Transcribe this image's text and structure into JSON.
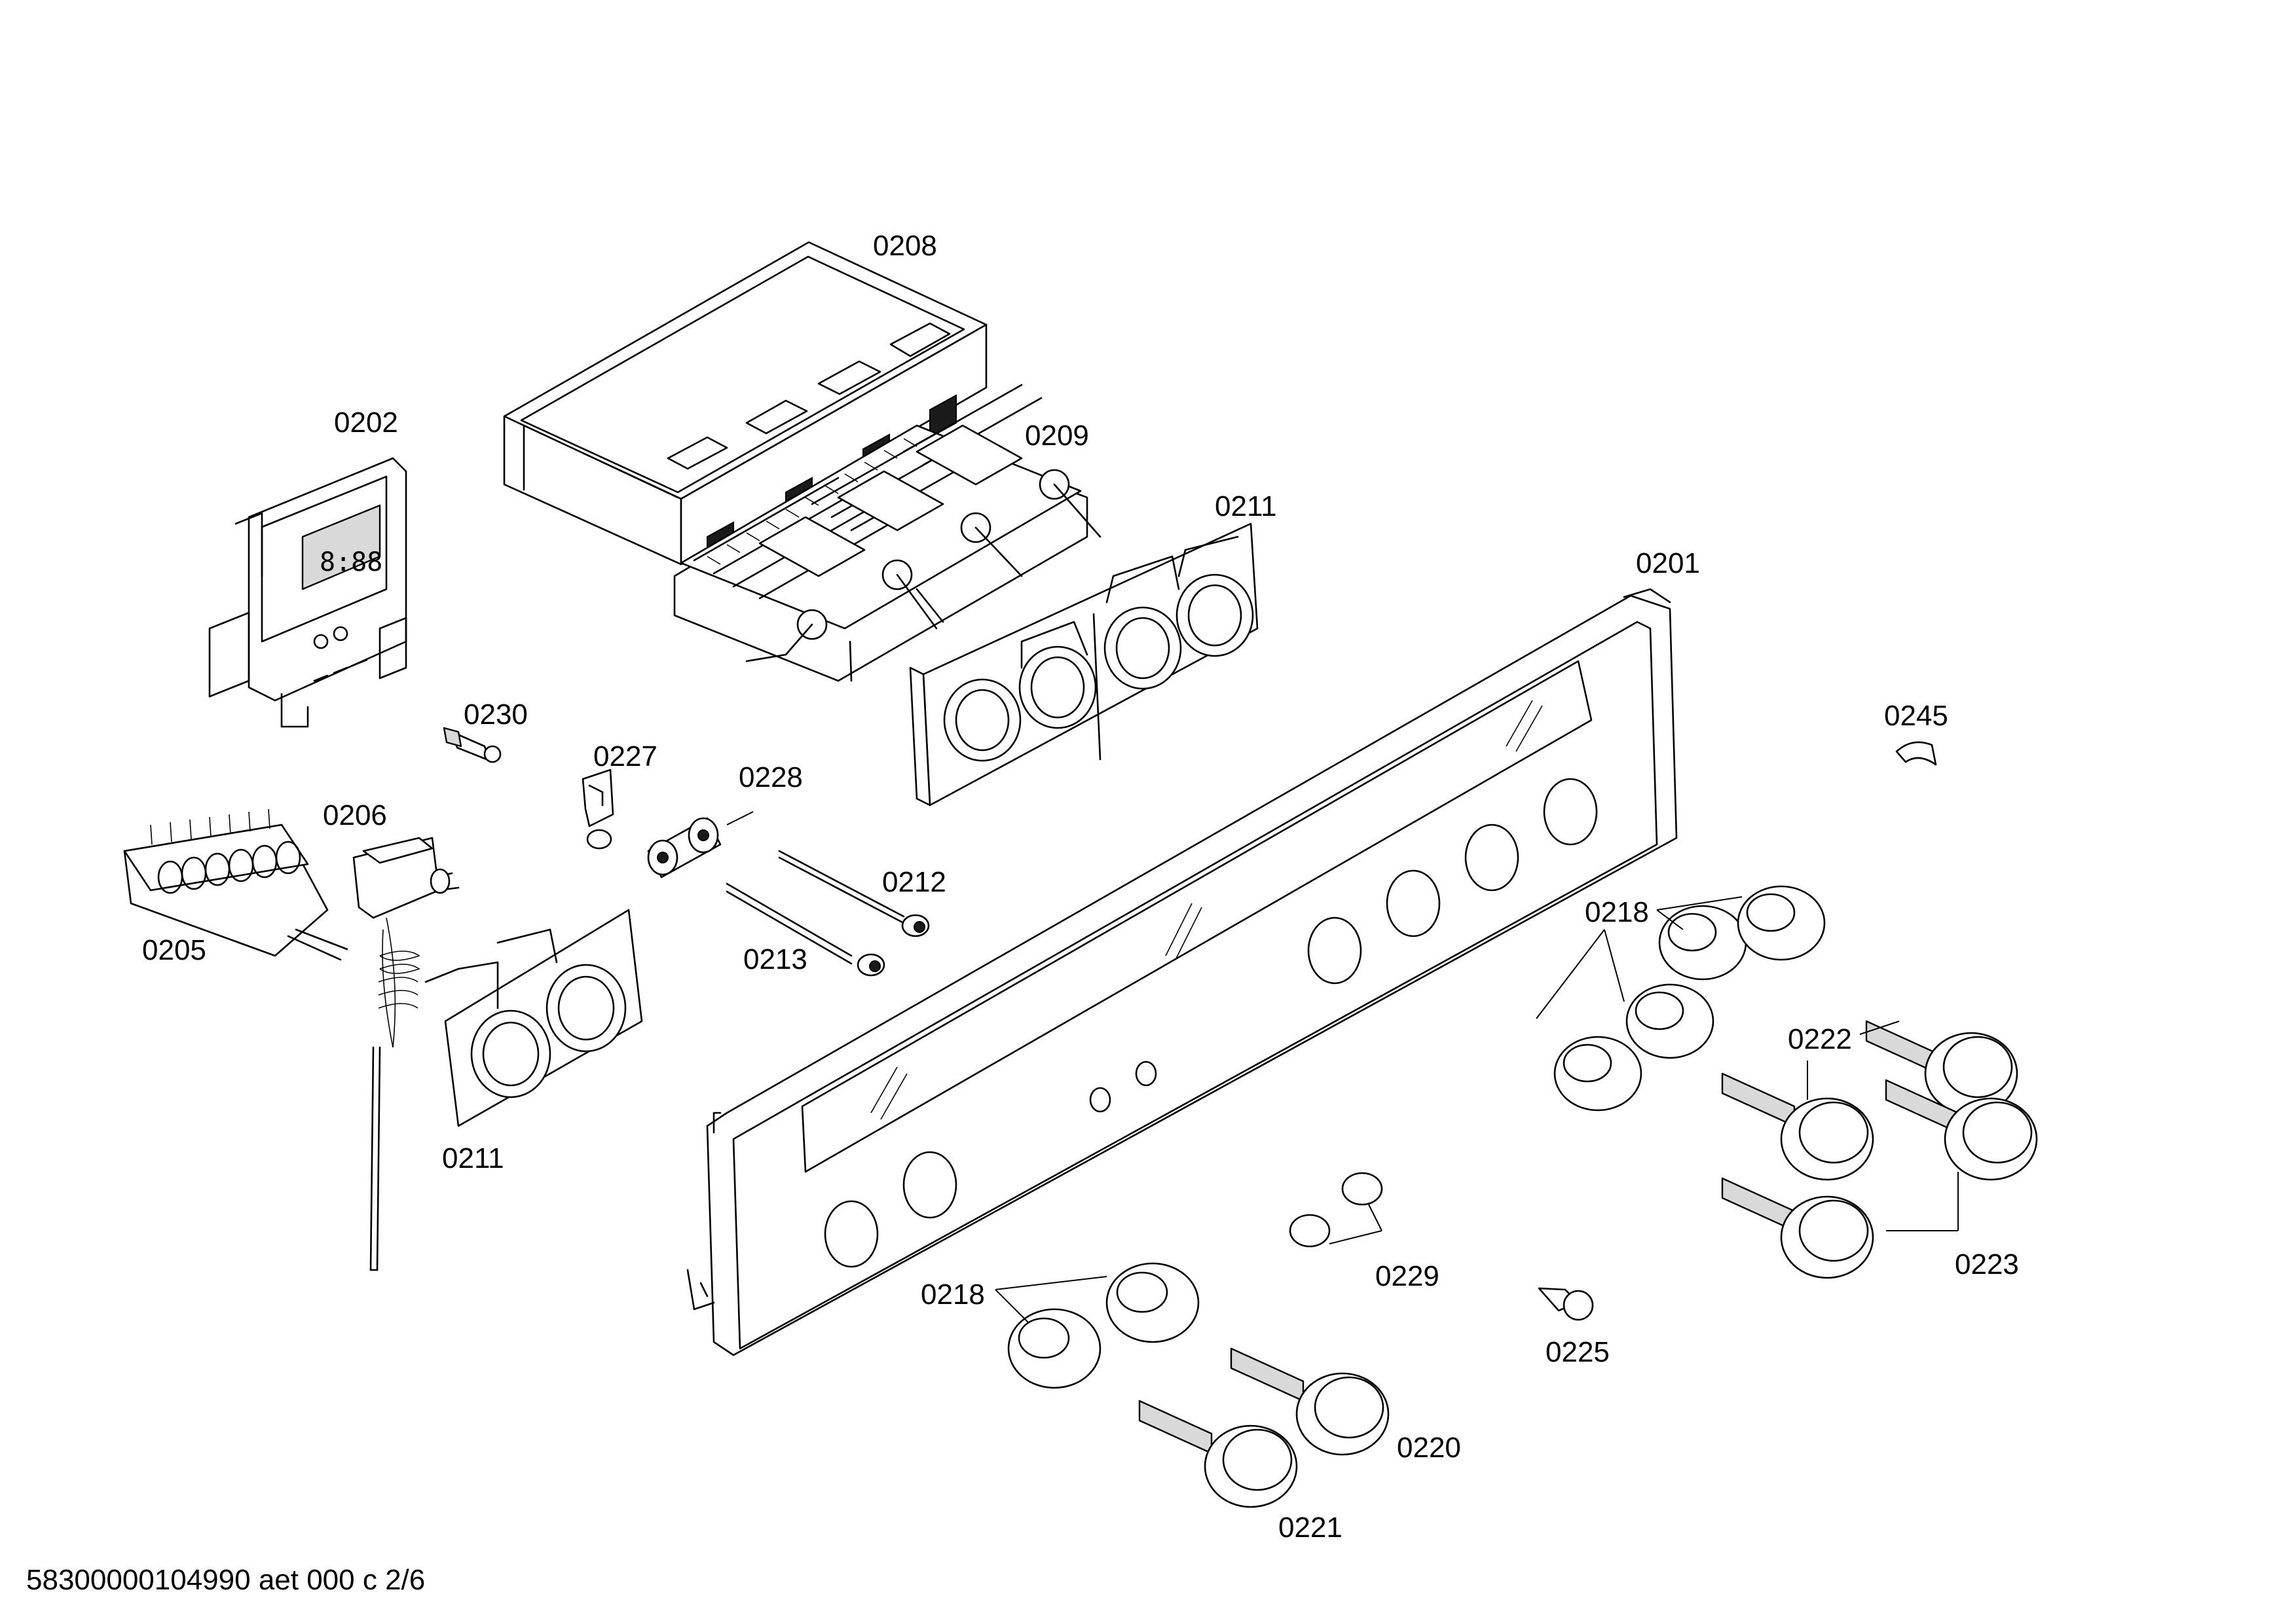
{
  "diagram": {
    "part_labels": {
      "p0208": "0208",
      "p0202": "0202",
      "p0209": "0209",
      "p0211_top": "0211",
      "p0201": "0201",
      "p0230": "0230",
      "p0227": "0227",
      "p0228": "0228",
      "p0245": "0245",
      "p0206": "0206",
      "p0212": "0212",
      "p0205": "0205",
      "p0213": "0213",
      "p0218_right": "0218",
      "p0222": "0222",
      "p0211_bottom": "0211",
      "p0229": "0229",
      "p0223": "0223",
      "p0218_bottom": "0218",
      "p0225": "0225",
      "p0220": "0220",
      "p0221": "0221"
    },
    "footer_code": "58300000104990 aet 000 c 2/6"
  }
}
